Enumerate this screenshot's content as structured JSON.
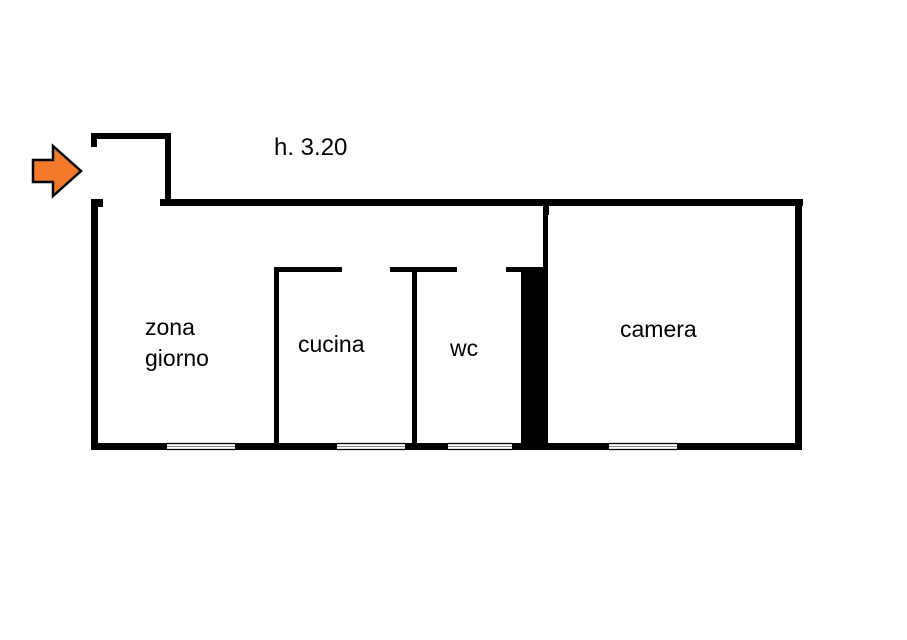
{
  "plan": {
    "height_note": "h. 3.20",
    "entrance_icon": "arrow-right-icon",
    "colors": {
      "wall": "#000000",
      "background": "#ffffff",
      "window_line": "#8a8a8a",
      "entrance_arrow": "#f47a2a"
    },
    "rooms": [
      {
        "id": "zona-giorno",
        "label_line1": "zona",
        "label_line2": "giorno"
      },
      {
        "id": "cucina",
        "label": "cucina"
      },
      {
        "id": "wc",
        "label": "wc"
      },
      {
        "id": "camera",
        "label": "camera"
      }
    ]
  }
}
